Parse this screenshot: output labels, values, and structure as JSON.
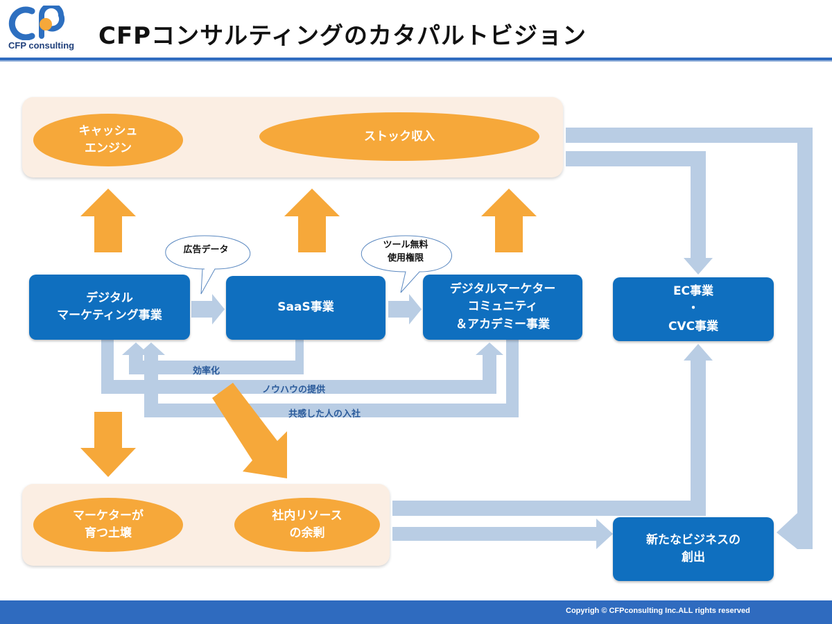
{
  "header": {
    "logo_text": "CFP consulting",
    "title": "CFPコンサルティングのカタパルトビジョン"
  },
  "top_band": {
    "oval_1": "キャッシュ\nエンジン",
    "oval_2": "ストック収入"
  },
  "callouts": {
    "ad_data": "広告データ",
    "tool_free": "ツール無料\n使用権限"
  },
  "boxes": {
    "digital_marketing": "デジタル\nマーケティング事業",
    "saas": "SaaS事業",
    "community": "デジタルマーケター\nコミュニティ\n＆アカデミー事業",
    "ec_cvc": "EC事業\n・\nCVC事業",
    "new_business": "新たなビジネスの\n創出"
  },
  "flow_labels": {
    "efficiency": "効率化",
    "knowhow": "ノウハウの提供",
    "empathy_join": "共感した人の入社"
  },
  "bottom_band": {
    "oval_1": "マーケターが\n育つ土壌",
    "oval_2": "社内リソース\nの余剰"
  },
  "footer": {
    "copyright": "Copyrigh © CFPconsulting Inc.ALL rights reserved"
  },
  "colors": {
    "orange": "#f6a83a",
    "blue_box": "#0f6fbf",
    "light_blue_arrow": "#b9cde4",
    "band": "#fbeee3",
    "footer": "#2f6bbf"
  }
}
